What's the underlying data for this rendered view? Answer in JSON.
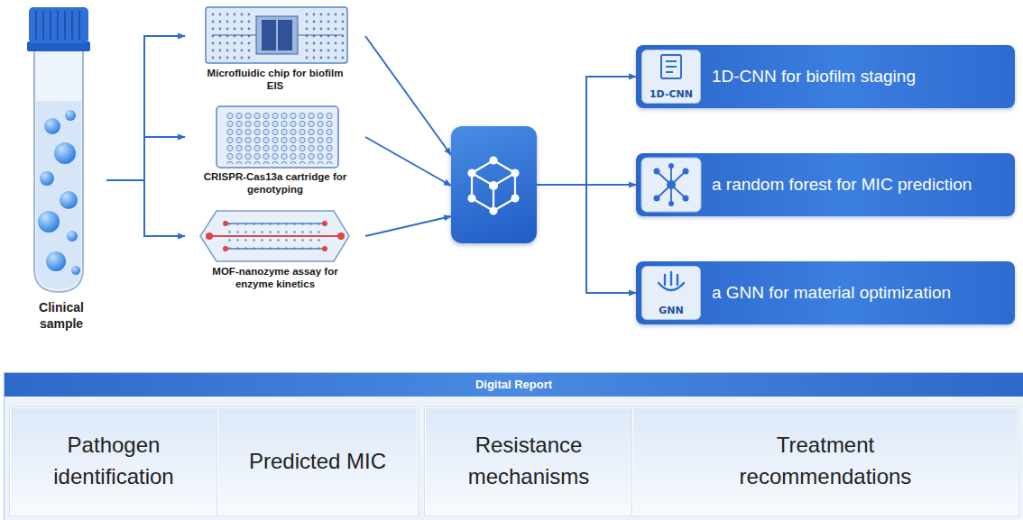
{
  "diagram": {
    "nodes": [
      {
        "text": [
          "Clinical sample"
        ]
      },
      {
        "text": [
          "Microfluidic chip for biofilm EIS"
        ]
      },
      {
        "text": [
          "CRISPR-Cas13a cartridge for genotyping"
        ]
      },
      {
        "text": [
          "MOF-nanozyme assay for enzyme kinetics"
        ]
      },
      {
        "text": []
      },
      {
        "text": [
          "1D-CNN for biofilm staging"
        ]
      },
      {
        "text": [
          "1D-CNN"
        ],
        "in": 5
      },
      {
        "text": [
          "a random forest for MIC prediction"
        ]
      },
      {
        "text": [
          "a GNN for material optimization"
        ]
      },
      {
        "text": [
          "GNN"
        ],
        "in": 8
      },
      {
        "text": [
          "Digital Report"
        ]
      },
      {
        "text": [
          "Pathogen identification"
        ],
        "in": 10
      },
      {
        "text": [
          "Predicted MIC"
        ],
        "in": 10
      },
      {
        "text": [
          "Resistance mechanisms"
        ],
        "in": 10
      },
      {
        "text": [
          "Treatment recommendations"
        ],
        "in": 10
      }
    ],
    "edges": [
      {
        "from": 0,
        "to": 1,
        "arrow": "to"
      },
      {
        "from": 0,
        "to": 2,
        "arrow": "to"
      },
      {
        "from": 0,
        "to": 3,
        "arrow": "to"
      },
      {
        "from": 1,
        "to": 4,
        "arrow": "to"
      },
      {
        "from": 2,
        "to": 4,
        "arrow": "to"
      },
      {
        "from": 3,
        "to": 4,
        "arrow": "to"
      },
      {
        "from": 4,
        "to": 5,
        "arrow": "to"
      },
      {
        "from": 4,
        "to": 7,
        "arrow": "to"
      },
      {
        "from": 4,
        "to": 8,
        "arrow": "to"
      }
    ]
  }
}
